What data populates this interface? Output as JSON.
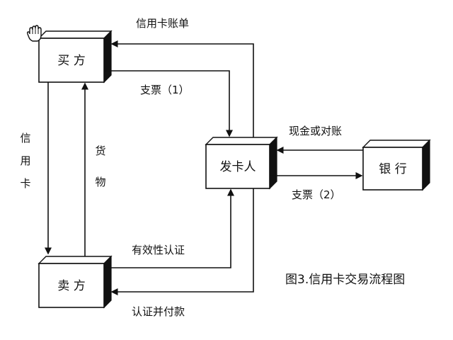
{
  "nodes": {
    "buyer": "买 方",
    "seller": "卖 方",
    "issuer": "发卡人",
    "bank": "银 行"
  },
  "edges": {
    "credit_card_bill": "信用卡账单",
    "check_1": "支票（1）",
    "credit_card": [
      "信",
      "用",
      "卡"
    ],
    "goods": [
      "货",
      "物"
    ],
    "cash_or_reconcile": "现金或对账",
    "check_2": "支票（2）",
    "validity_auth": "有效性认证",
    "auth_and_pay": "认证并付款"
  },
  "caption": "图3.信用卡交易流程图",
  "icons": {
    "cursor": "hand-cursor-icon"
  }
}
